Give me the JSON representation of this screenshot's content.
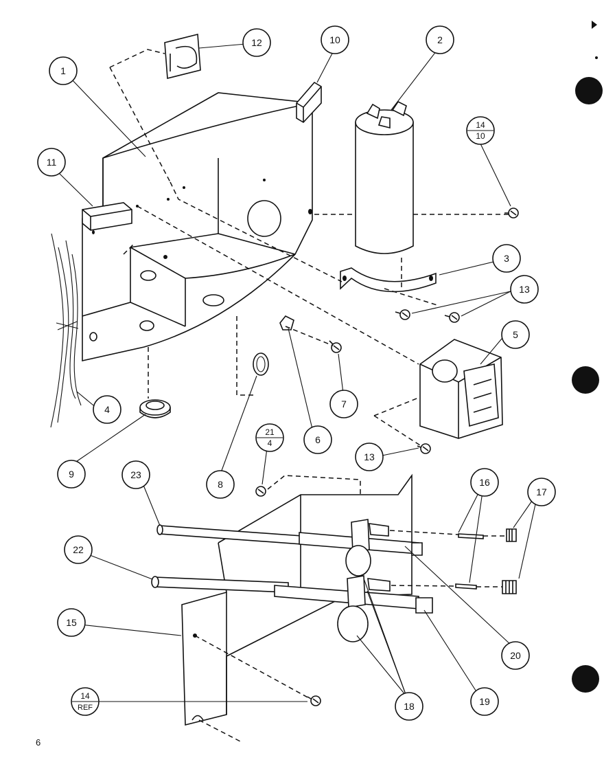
{
  "page_number": "6",
  "callouts": [
    {
      "id": "c1",
      "label": "1"
    },
    {
      "id": "c2",
      "label": "2"
    },
    {
      "id": "c3",
      "label": "3"
    },
    {
      "id": "c4",
      "label": "4"
    },
    {
      "id": "c5",
      "label": "5"
    },
    {
      "id": "c6",
      "label": "6"
    },
    {
      "id": "c7",
      "label": "7"
    },
    {
      "id": "c8",
      "label": "8"
    },
    {
      "id": "c9",
      "label": "9"
    },
    {
      "id": "c10",
      "label": "10"
    },
    {
      "id": "c11",
      "label": "11"
    },
    {
      "id": "c12",
      "label": "12"
    },
    {
      "id": "c13a",
      "label": "13"
    },
    {
      "id": "c13b",
      "label": "13"
    },
    {
      "id": "c15",
      "label": "15"
    },
    {
      "id": "c16",
      "label": "16"
    },
    {
      "id": "c17",
      "label": "17"
    },
    {
      "id": "c18",
      "label": "18"
    },
    {
      "id": "c19",
      "label": "19"
    },
    {
      "id": "c20",
      "label": "20"
    },
    {
      "id": "c22",
      "label": "22"
    },
    {
      "id": "c23",
      "label": "23"
    }
  ],
  "split_callouts": [
    {
      "id": "s14-10",
      "top": "14",
      "bottom": "10"
    },
    {
      "id": "s21-4",
      "top": "21",
      "bottom": "4"
    },
    {
      "id": "s14-ref",
      "top": "14",
      "bottom": "REF"
    }
  ]
}
